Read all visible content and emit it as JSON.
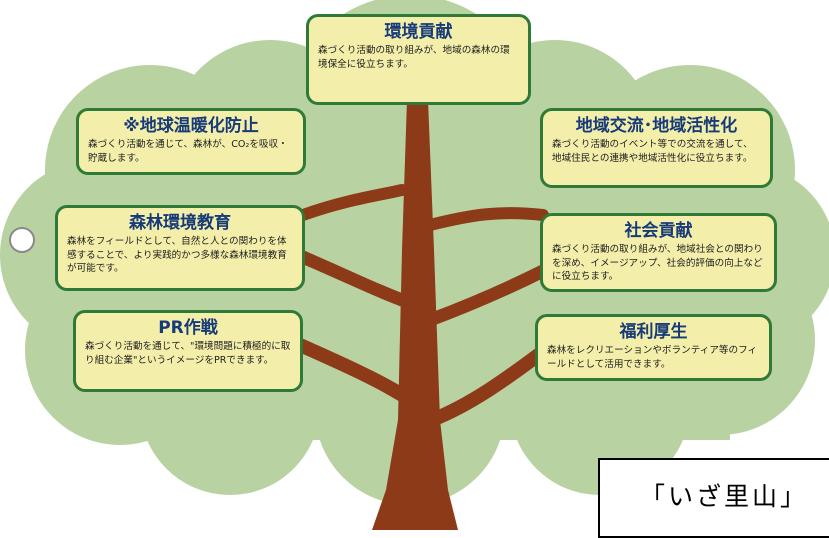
{
  "boxes": {
    "environment": {
      "title": "環境貢献",
      "body": "森づくり活動の取り組みが、地域の森林の環境保全に役立ちます。"
    },
    "warming": {
      "title": "※地球温暖化防止",
      "body": "森づくり活動を通じて、森林が、CO₂を吸収・貯蔵します。"
    },
    "regional": {
      "title": "地域交流･地域活性化",
      "body": "森づくり活動のイベント等での交流を通して、地域住民との連携や地域活性化に役立ちます。"
    },
    "education": {
      "title": "森林環境教育",
      "body": "森林をフィールドとして、自然と人との関わりを体感することで、より実践的かつ多様な森林環境教育が可能です。"
    },
    "social": {
      "title": "社会貢献",
      "body": "森づくり活動の取り組みが、地域社会との関わりを深め、イメージアップ、社会的評価の向上などに役立ちます。"
    },
    "pr": {
      "title": "PR作戦",
      "body": "森づくり活動を通じて、\"環境問題に積極的に取り組む企業\"というイメージをPRできます。"
    },
    "welfare": {
      "title": "福利厚生",
      "body": "森林をレクリエーションやボランティア等のフィールドとして活用できます。"
    }
  },
  "caption": "「いざ里山」",
  "colors": {
    "canopy": "#b9d2a2",
    "trunk": "#8c3a18",
    "box_fill": "#f3efab",
    "box_border": "#2f7a36",
    "title_text": "#173b78"
  },
  "icons": {
    "binder_hole": "binder-hole-icon"
  }
}
